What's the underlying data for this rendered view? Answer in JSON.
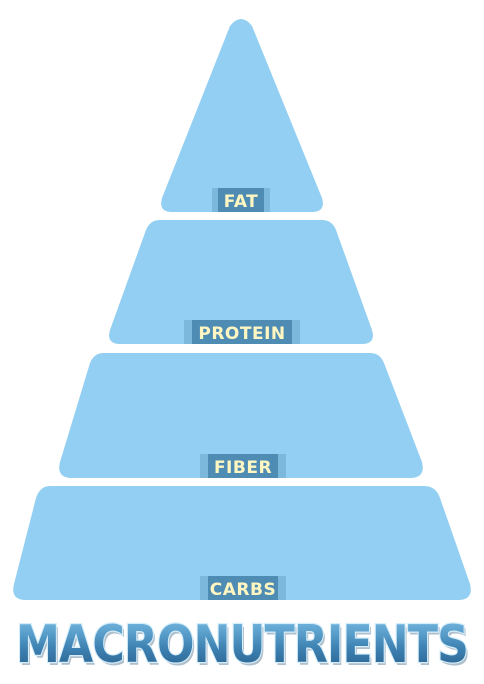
{
  "tiers": [
    {
      "label": "FAT"
    },
    {
      "label": "PROTEIN"
    },
    {
      "label": "FIBER"
    },
    {
      "label": "CARBS"
    }
  ],
  "title": "MACRONUTRIENTS",
  "colors": {
    "tier_fill": "#92cff2",
    "tier_stroke": "#a8d9f5",
    "label_bg": "#4f8cb4",
    "label_bg_light": "#7cb8dc",
    "label_text": "#fff6c2",
    "title_fill": "#2f6f9c",
    "title_stroke": "#bfe3f7"
  }
}
